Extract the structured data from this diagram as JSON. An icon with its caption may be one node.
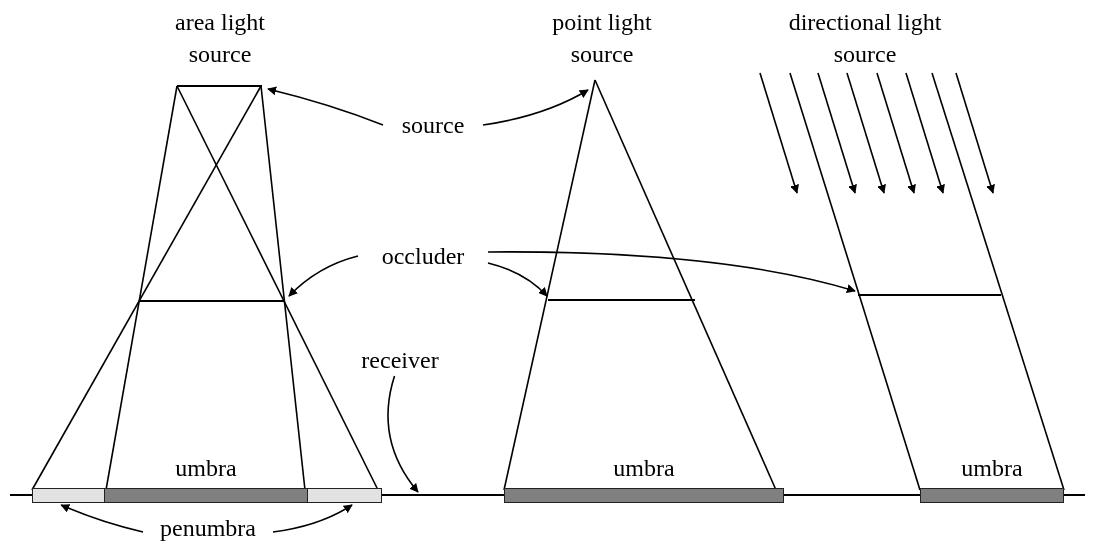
{
  "diagram": {
    "nodes": [
      {
        "text": [],
        "shape": "line"
      },
      {
        "text": [
          "source"
        ]
      },
      {
        "text": [],
        "shape": "line"
      },
      {
        "text": [
          "occluder"
        ]
      },
      {
        "text": [],
        "shape": "line"
      },
      {
        "text": [],
        "shape": "line"
      },
      {
        "text": [
          "receiver"
        ]
      },
      {
        "text": [],
        "shape": "line"
      },
      {
        "text": [],
        "shape": "bar"
      },
      {
        "text": [
          "umbra"
        ]
      },
      {
        "text": [],
        "shape": "bar"
      },
      {
        "text": [
          "umbra"
        ]
      },
      {
        "text": [
          "umbra"
        ]
      },
      {
        "text": [
          "penumbra"
        ]
      }
    ],
    "edges": [
      {
        "from": 1,
        "to": 0,
        "arrow": "to"
      },
      {
        "from": 1,
        "to": null,
        "arrow": "to"
      },
      {
        "from": 3,
        "to": 2,
        "arrow": "to"
      },
      {
        "from": 3,
        "to": 4,
        "arrow": "to"
      },
      {
        "from": 3,
        "to": 5,
        "arrow": "to"
      },
      {
        "from": 6,
        "to": 7,
        "arrow": "to"
      },
      {
        "from": 13,
        "to": 8,
        "arrow": "to"
      },
      {
        "from": 13,
        "to": 10,
        "arrow": "to"
      }
    ],
    "labels": [
      "area light source",
      "point light source",
      "directional light source"
    ]
  }
}
